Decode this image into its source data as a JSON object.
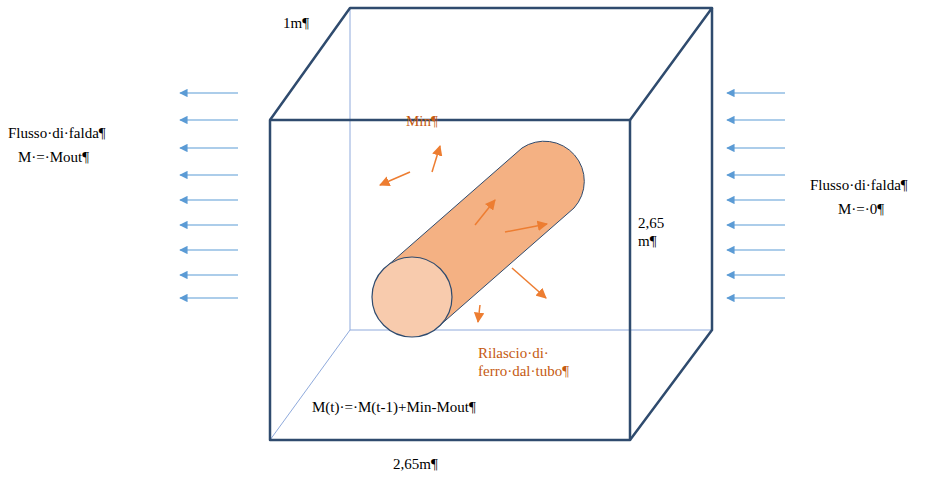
{
  "diagram": {
    "labels": [
      "1m¶",
      "Flusso·di·falda¶",
      "M·=·Mout¶",
      "Min¶",
      "2,65 m¶",
      "Flusso·di·falda¶",
      "M·=·0¶",
      "Rilascio·di· ferro·dal·tubo¶",
      "M(t)·=·M(t-1)+Min-Mout¶",
      "2,65m¶"
    ]
  }
}
